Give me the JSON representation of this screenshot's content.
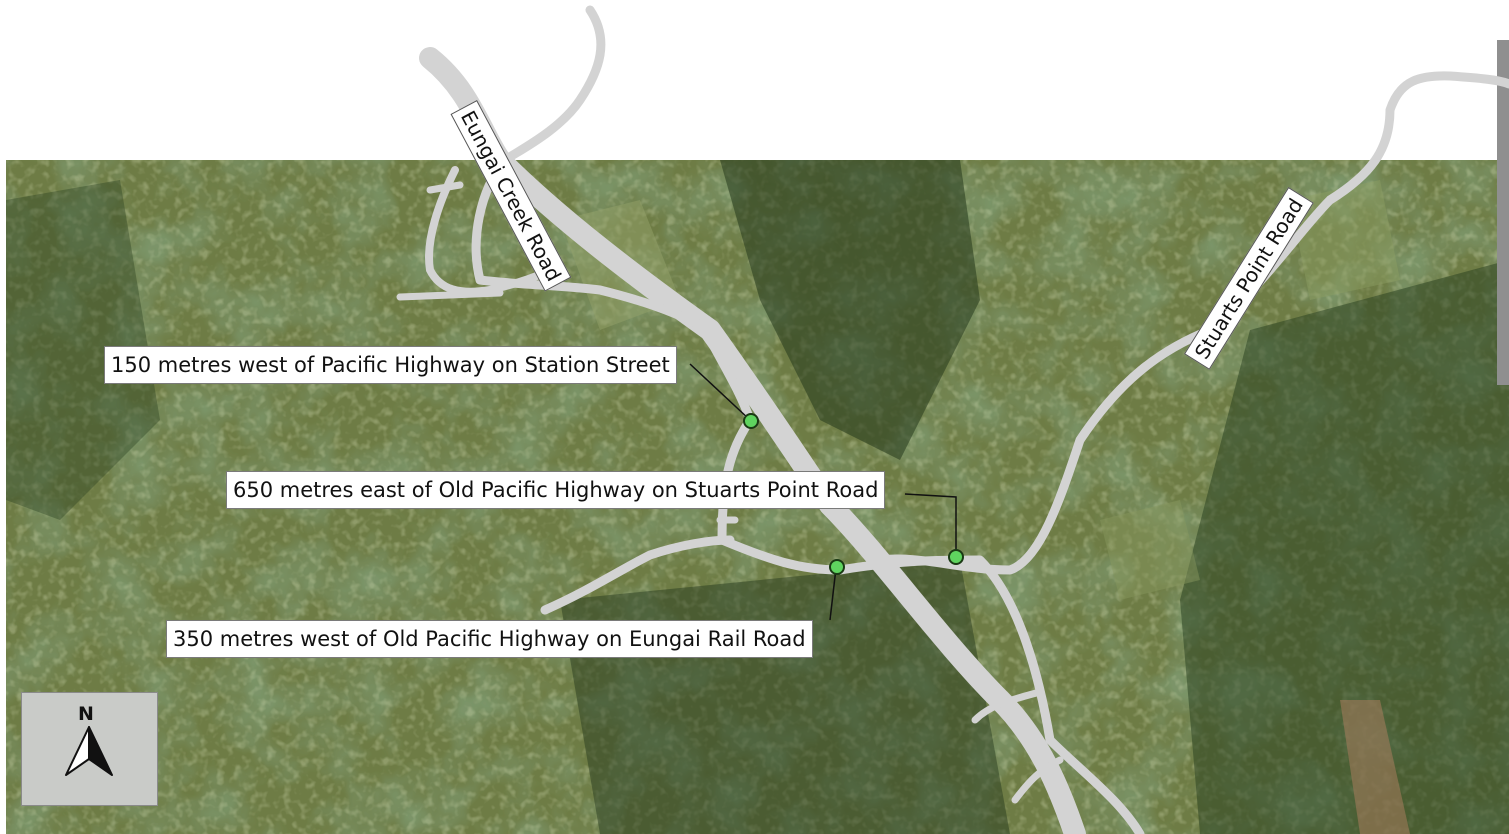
{
  "roads": {
    "eungai_creek": "Eungai Creek Road",
    "stuarts_point": "Stuarts Point Road"
  },
  "sites": [
    {
      "text": "150 metres west of Pacific Highway on Station Street"
    },
    {
      "text": "650 metres east of Old Pacific Highway on Stuarts Point Road"
    },
    {
      "text": "350 metres west of Old Pacific Highway on Eungai Rail Road"
    }
  ],
  "north_arrow": {
    "letter": "N",
    "icon": "north-arrow-icon"
  },
  "colors": {
    "road": "#d3d3d3",
    "site_marker": "#5fd45f",
    "forest": "#2f4a22",
    "pasture": "#6f7d45"
  }
}
